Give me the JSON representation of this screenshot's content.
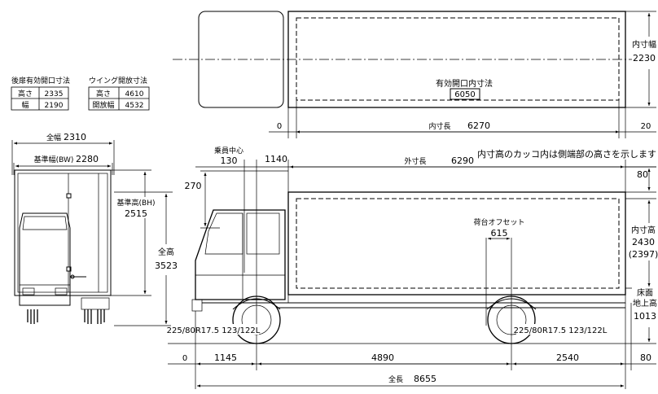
{
  "top_view": {
    "width_label": "内寸幅",
    "width_value": "2230",
    "opening_label": "有効開口内寸法",
    "opening_value": "6050",
    "start_value": "0",
    "length_label": "内寸長",
    "length_value": "6270",
    "end_value": "20"
  },
  "rear_opening_table": {
    "title": "後扉有効開口寸法",
    "rows": [
      {
        "label": "高さ",
        "value": "2335"
      },
      {
        "label": "幅",
        "value": "2190"
      }
    ]
  },
  "wing_table": {
    "title": "ウイング開放寸法",
    "rows": [
      {
        "label": "高さ",
        "value": "4610"
      },
      {
        "label": "開放幅",
        "value": "4532"
      }
    ]
  },
  "front_view": {
    "overall_width_label": "全幅",
    "overall_width_value": "2310",
    "base_width_label": "基準幅(BW)",
    "base_width_value": "2280",
    "base_height_label": "基準高(BH)",
    "base_height_value": "2515",
    "overall_height_label": "全高",
    "overall_height_value": "3523"
  },
  "side_view": {
    "note": "内寸高のカッコ内は側端部の高さを示します",
    "crew_center_label": "乗員中心",
    "crew_center_value": "130",
    "cab_gap_value": "1140",
    "outer_length_label": "外寸長",
    "outer_length_value": "6290",
    "top_gap_value": "80",
    "roof_value": "270",
    "bed_offset_label": "荷台オフセット",
    "bed_offset_value": "615",
    "inner_height_label": "内寸高",
    "inner_height_value": "2430",
    "inner_height_side_value": "(2397)",
    "floor_height_label_1": "床面",
    "floor_height_label_2": "地上高",
    "floor_height_value": "1013",
    "front_tire": "225/80R17.5 123/122L",
    "rear_tire": "225/80R17.5 123/122L",
    "zero_value": "0",
    "front_overhang_value": "1145",
    "wheelbase_value": "4890",
    "rear_overhang_value": "2540",
    "rear_end_value": "80",
    "overall_length_label": "全長",
    "overall_length_value": "8655"
  }
}
